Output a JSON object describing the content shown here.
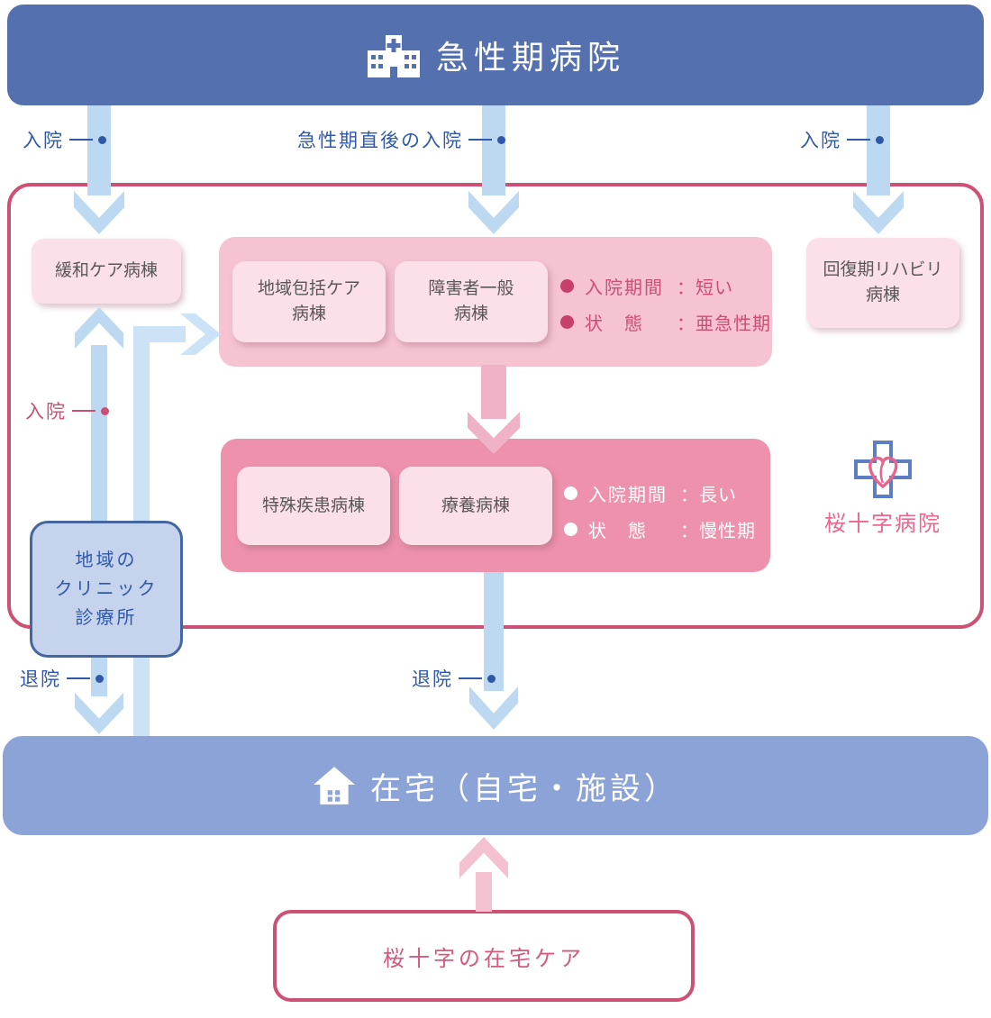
{
  "colors": {
    "banner_top": "#5470AE",
    "banner_bottom": "#8BA3D6",
    "arrow_blue": "#BDD9F2",
    "arrow_blue_light": "#CCE2F6",
    "arrow_pink": "#EFB2C7",
    "arrow_pink_light": "#F4C1D1",
    "container_pink": "#F5C3D2",
    "container_pink_dark": "#EE91AC",
    "ward_box_fill": "#FBDFE9",
    "outline_red": "#CD5175",
    "text_blue": "#3058A8",
    "text_red": "#CC4E73",
    "text_gray": "#595757",
    "clinic_fill": "#C6D3EC",
    "clinic_border": "#46669F",
    "logo_pink": "#E8688F",
    "bullet_red": "#C64069"
  },
  "top_banner": {
    "title": "急性期病院",
    "icon": "hospital-building-icon"
  },
  "flow_labels": {
    "admission_left": "入院",
    "admission_middle": "急性期直後の入院",
    "admission_right": "入院",
    "admission_from_home": "入院",
    "discharge_left": "退院",
    "discharge_middle": "退院"
  },
  "sakura_hospital": {
    "palliative_ward": "緩和ケア病棟",
    "subacute_group": {
      "community_ward": {
        "line1": "地域包括ケア",
        "line2": "病棟"
      },
      "disabled_ward": {
        "line1": "障害者一般",
        "line2": "病棟"
      },
      "metrics": [
        {
          "label": "入院期間",
          "value": "：短い"
        },
        {
          "label": "状　態",
          "value": "：亜急性期"
        }
      ]
    },
    "recovery_ward": {
      "line1": "回復期リハビリ",
      "line2": "病棟"
    },
    "chronic_group": {
      "special_disease_ward": "特殊疾患病棟",
      "care_ward": "療養病棟",
      "metrics": [
        {
          "label": "入院期間",
          "value": "：長い"
        },
        {
          "label": "状　態",
          "value": "：慢性期"
        }
      ]
    },
    "logo": {
      "name": "桜十字病院",
      "icon": "cross-heart-icon"
    }
  },
  "clinic_box": {
    "line1": "地域の",
    "line2": "クリニック",
    "line3": "診療所"
  },
  "bottom_banner": {
    "title": "在宅（自宅・施設）",
    "icon": "house-icon"
  },
  "home_care_box": {
    "label": "桜十字の在宅ケア"
  }
}
